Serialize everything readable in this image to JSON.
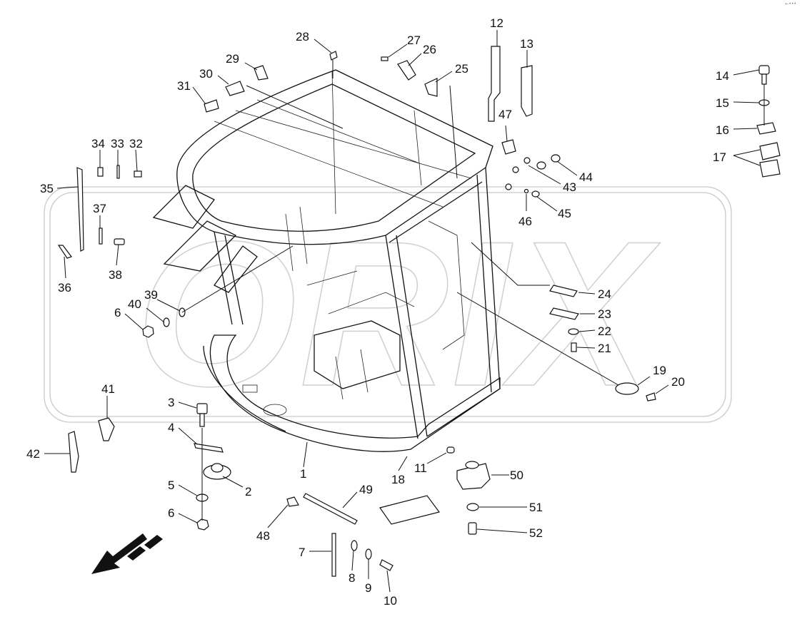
{
  "diagram": {
    "corner_mark": "←•••",
    "watermark_text": "ORIX",
    "callouts": [
      {
        "id": "c1",
        "text": "1"
      },
      {
        "id": "c2",
        "text": "2"
      },
      {
        "id": "c3",
        "text": "3"
      },
      {
        "id": "c4",
        "text": "4"
      },
      {
        "id": "c5",
        "text": "5"
      },
      {
        "id": "c6a",
        "text": "6"
      },
      {
        "id": "c6b",
        "text": "6"
      },
      {
        "id": "c7",
        "text": "7"
      },
      {
        "id": "c8",
        "text": "8"
      },
      {
        "id": "c9",
        "text": "9"
      },
      {
        "id": "c10",
        "text": "10"
      },
      {
        "id": "c11",
        "text": "11"
      },
      {
        "id": "c12",
        "text": "12"
      },
      {
        "id": "c13",
        "text": "13"
      },
      {
        "id": "c14",
        "text": "14"
      },
      {
        "id": "c15",
        "text": "15"
      },
      {
        "id": "c16",
        "text": "16"
      },
      {
        "id": "c17",
        "text": "17"
      },
      {
        "id": "c18",
        "text": "18"
      },
      {
        "id": "c19",
        "text": "19"
      },
      {
        "id": "c20",
        "text": "20"
      },
      {
        "id": "c21",
        "text": "21"
      },
      {
        "id": "c22",
        "text": "22"
      },
      {
        "id": "c23",
        "text": "23"
      },
      {
        "id": "c24",
        "text": "24"
      },
      {
        "id": "c25",
        "text": "25"
      },
      {
        "id": "c26",
        "text": "26"
      },
      {
        "id": "c27",
        "text": "27"
      },
      {
        "id": "c28",
        "text": "28"
      },
      {
        "id": "c29",
        "text": "29"
      },
      {
        "id": "c30",
        "text": "30"
      },
      {
        "id": "c31",
        "text": "31"
      },
      {
        "id": "c32",
        "text": "32"
      },
      {
        "id": "c33",
        "text": "33"
      },
      {
        "id": "c34",
        "text": "34"
      },
      {
        "id": "c35",
        "text": "35"
      },
      {
        "id": "c36",
        "text": "36"
      },
      {
        "id": "c37",
        "text": "37"
      },
      {
        "id": "c38",
        "text": "38"
      },
      {
        "id": "c39",
        "text": "39"
      },
      {
        "id": "c40",
        "text": "40"
      },
      {
        "id": "c41",
        "text": "41"
      },
      {
        "id": "c42",
        "text": "42"
      },
      {
        "id": "c43",
        "text": "43"
      },
      {
        "id": "c44",
        "text": "44"
      },
      {
        "id": "c45",
        "text": "45"
      },
      {
        "id": "c46",
        "text": "46"
      },
      {
        "id": "c47",
        "text": "47"
      },
      {
        "id": "c48",
        "text": "48"
      },
      {
        "id": "c49",
        "text": "49"
      },
      {
        "id": "c50",
        "text": "50"
      },
      {
        "id": "c51",
        "text": "51"
      },
      {
        "id": "c52",
        "text": "52"
      }
    ]
  }
}
